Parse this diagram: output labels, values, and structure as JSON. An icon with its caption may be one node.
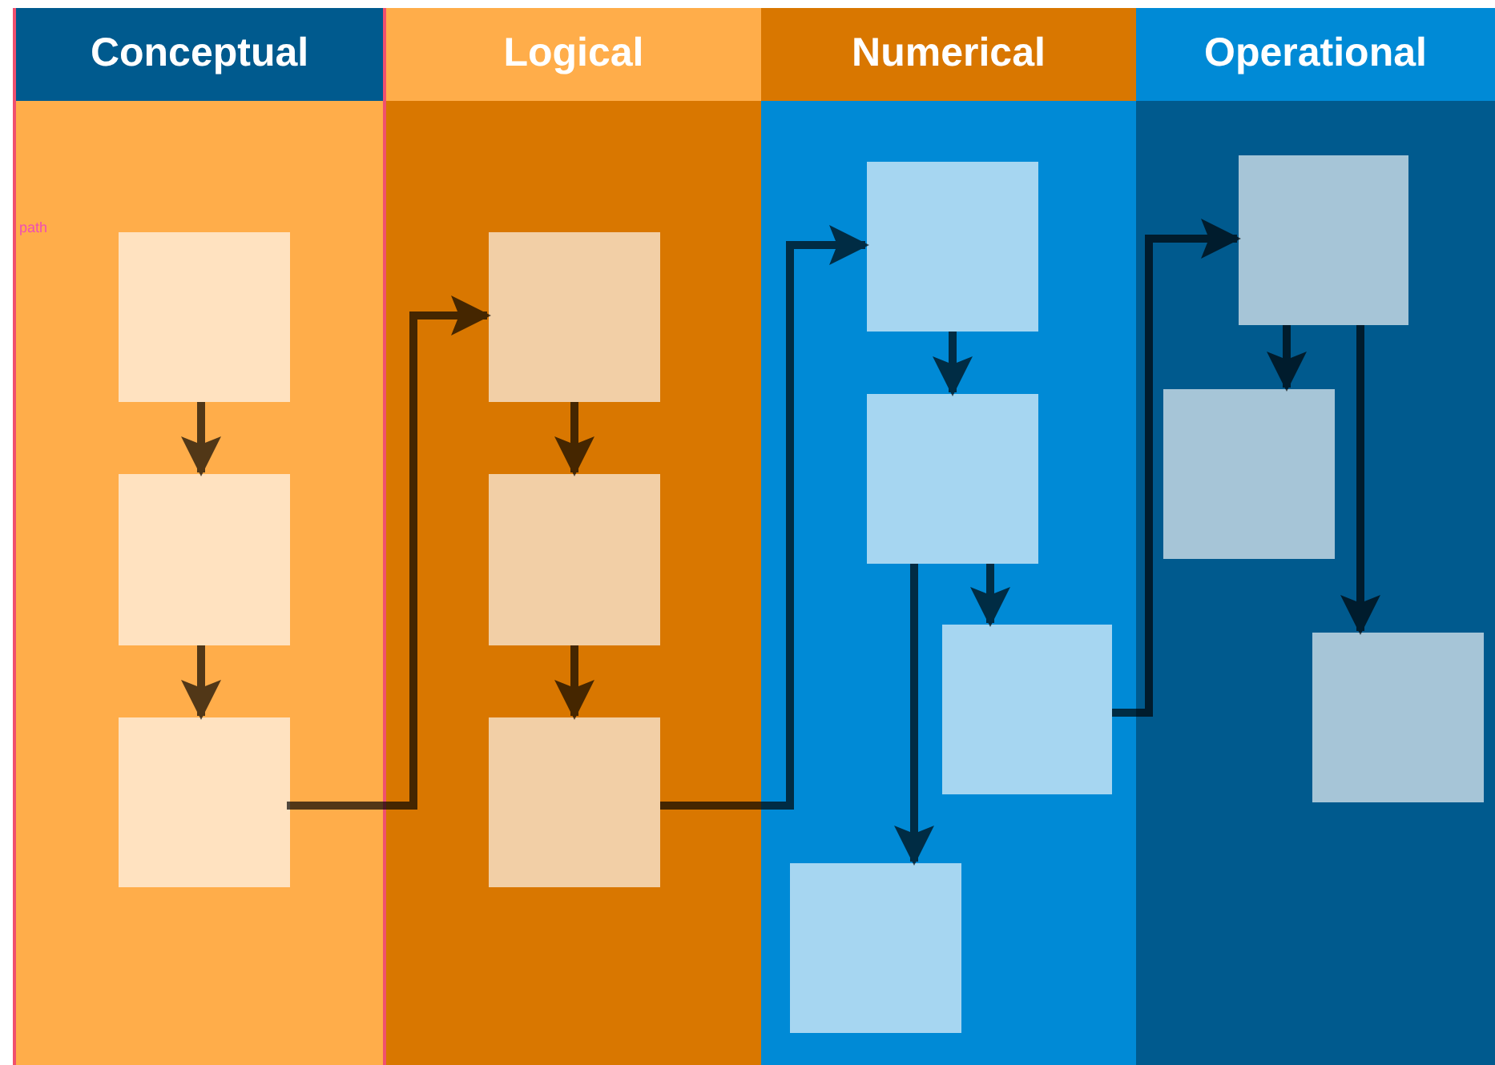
{
  "diagram": {
    "nodes": [
      {
        "text": [
          "Conceptual"
        ]
      },
      {
        "text": [
          "Logical"
        ]
      },
      {
        "text": [
          "Numerical"
        ]
      },
      {
        "text": [
          "Operational"
        ]
      },
      {
        "text": [],
        "shape": "box",
        "in": 0
      },
      {
        "text": [],
        "shape": "box",
        "in": 0
      },
      {
        "text": [],
        "shape": "box",
        "in": 0
      },
      {
        "text": [],
        "shape": "box",
        "in": 1
      },
      {
        "text": [],
        "shape": "box",
        "in": 1
      },
      {
        "text": [],
        "shape": "box",
        "in": 1
      },
      {
        "text": [],
        "shape": "box",
        "in": 2
      },
      {
        "text": [],
        "shape": "box",
        "in": 2
      },
      {
        "text": [],
        "shape": "box",
        "in": 2
      },
      {
        "text": [],
        "shape": "box",
        "in": 2
      },
      {
        "text": [],
        "shape": "box",
        "in": 3
      },
      {
        "text": [],
        "shape": "box",
        "in": 3
      },
      {
        "text": [],
        "shape": "box",
        "in": 3
      }
    ],
    "edges": [
      {
        "from": 4,
        "to": 5,
        "arrow": "to"
      },
      {
        "from": 5,
        "to": 6,
        "arrow": "to"
      },
      {
        "from": 6,
        "to": 7,
        "arrow": "to"
      },
      {
        "from": 7,
        "to": 8,
        "arrow": "to"
      },
      {
        "from": 8,
        "to": 9,
        "arrow": "to"
      },
      {
        "from": 9,
        "to": 10,
        "arrow": "to"
      },
      {
        "from": 10,
        "to": 11,
        "arrow": "to"
      },
      {
        "from": 11,
        "to": 12,
        "arrow": "to"
      },
      {
        "from": 11,
        "to": 13,
        "arrow": "to"
      },
      {
        "from": 12,
        "to": 14,
        "arrow": "to"
      },
      {
        "from": 14,
        "to": 15,
        "arrow": "to"
      },
      {
        "from": 14,
        "to": 16,
        "arrow": "to"
      }
    ],
    "labels": [
      "path"
    ]
  }
}
